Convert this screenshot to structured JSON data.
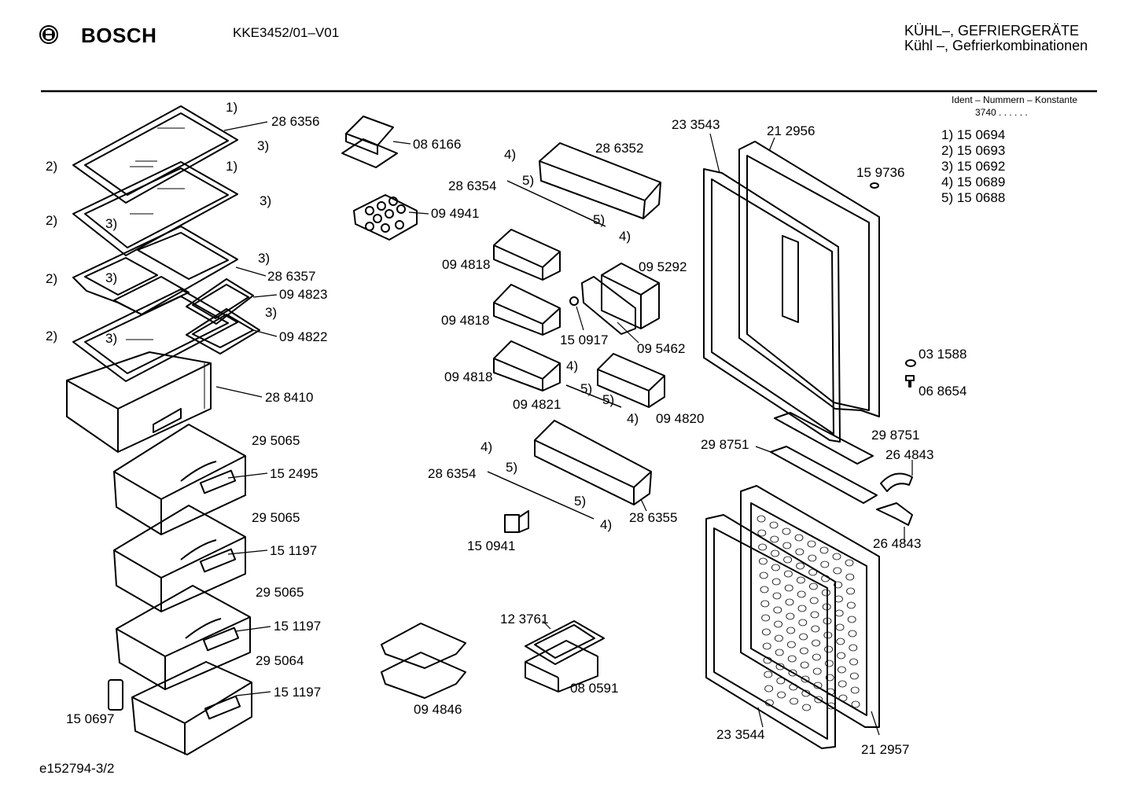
{
  "header": {
    "brand": "BOSCH",
    "model": "KKE3452/01–V01",
    "title_line1": "KÜHL–, GEFRIERGERÄTE",
    "title_line2": "Kühl –, Gefrierkombinationen",
    "ident_label": "Ident – Nummern – Konstante",
    "ident_value": "3740 . . . . . ."
  },
  "legend": [
    "1) 15 0694",
    "2) 15 0693",
    "3) 15 0692",
    "4) 15 0689",
    "5) 15 0688"
  ],
  "callouts": {
    "c1": "1)",
    "c2": "1)",
    "c3": "3)",
    "c4": "3)",
    "c5": "3)",
    "c6": "3)",
    "c7": "3)",
    "c8": "3)",
    "c9": "3)",
    "c10": "2)",
    "c11": "2)",
    "c12": "2)",
    "c13": "2)",
    "c14": "4)",
    "c15": "5)",
    "c16": "5)",
    "c17": "4)",
    "c18": "4)",
    "c19": "5)",
    "c20": "5)",
    "c21": "4)",
    "c22": "4)",
    "c23": "5)",
    "c24": "5)",
    "c25": "4)"
  },
  "parts": {
    "p286356": "28 6356",
    "p086166": "08 6166",
    "p094941": "09 4941",
    "p286357": "28 6357",
    "p094823": "09 4823",
    "p094822": "09 4822",
    "p288410": "28 8410",
    "p295065a": "29 5065",
    "p152495": "15 2495",
    "p295065b": "29 5065",
    "p151197a": "15 1197",
    "p295065c": "29 5065",
    "p151197b": "15 1197",
    "p295064": "29 5064",
    "p151197c": "15 1197",
    "p150697": "15 0697",
    "p286352": "28 6352",
    "p286354a": "28 6354",
    "p094818a": "09 4818",
    "p095292": "09 5292",
    "p094818b": "09 4818",
    "p150917": "15 0917",
    "p095462": "09 5462",
    "p094818c": "09 4818",
    "p094821": "09 4821",
    "p094820": "09 4820",
    "p286354b": "28 6354",
    "p286355": "28 6355",
    "p150941": "15 0941",
    "p123761": "12 3761",
    "p080591": "08 0591",
    "p094846": "09 4846",
    "p233543": "23 3543",
    "p212956": "21 2956",
    "p159736": "15 9736",
    "p031588": "03 1588",
    "p068654": "06 8654",
    "p298751a": "29 8751",
    "p298751b": "29 8751",
    "p264843a": "26 4843",
    "p264843b": "26 4843",
    "p233544": "23 3544",
    "p212957": "21 2957"
  },
  "footer": {
    "doc_id": "e152794-3/2"
  }
}
